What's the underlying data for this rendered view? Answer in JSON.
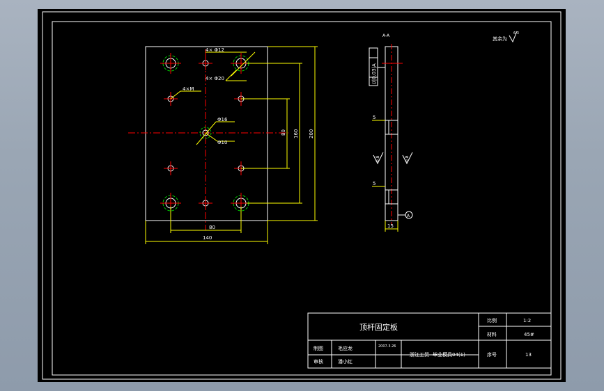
{
  "drawing": {
    "section_label": "A-A",
    "roughness_note": "其余为",
    "roughness_value": "6.3",
    "roughness_a": "0.8",
    "roughness_b": "0.8",
    "tolerance_box": "//|0.03|A",
    "datum_label": "A"
  },
  "dimensions": {
    "hole_a": "4× Φ12",
    "hole_b": "4× Φ20",
    "hole_c": "4×M",
    "center_large": "Φ16",
    "center_small": "Φ10",
    "width_inner": "80",
    "width_total": "140",
    "height_a": "80",
    "height_b": "160",
    "height_total": "200",
    "step_top": "5",
    "step_bottom": "5",
    "thickness": "15"
  },
  "title_block": {
    "part_name": "顶杆固定板",
    "scale_label": "比例",
    "scale_value": "1:2",
    "material_label": "材料",
    "material_value": "45#",
    "drawn_label": "制图",
    "drawn_by": "毛应龙",
    "drawn_date": "2007.3.26",
    "check_label": "审核",
    "checked_by": "潘小红",
    "school": "浙江工贸",
    "project": "毕业模具04(1)",
    "seq_label": "序号",
    "seq_value": "13"
  },
  "colors": {
    "line": "#ffffff",
    "dim": "#ffff00",
    "center": "#ff0000",
    "thread": "#00c000"
  }
}
